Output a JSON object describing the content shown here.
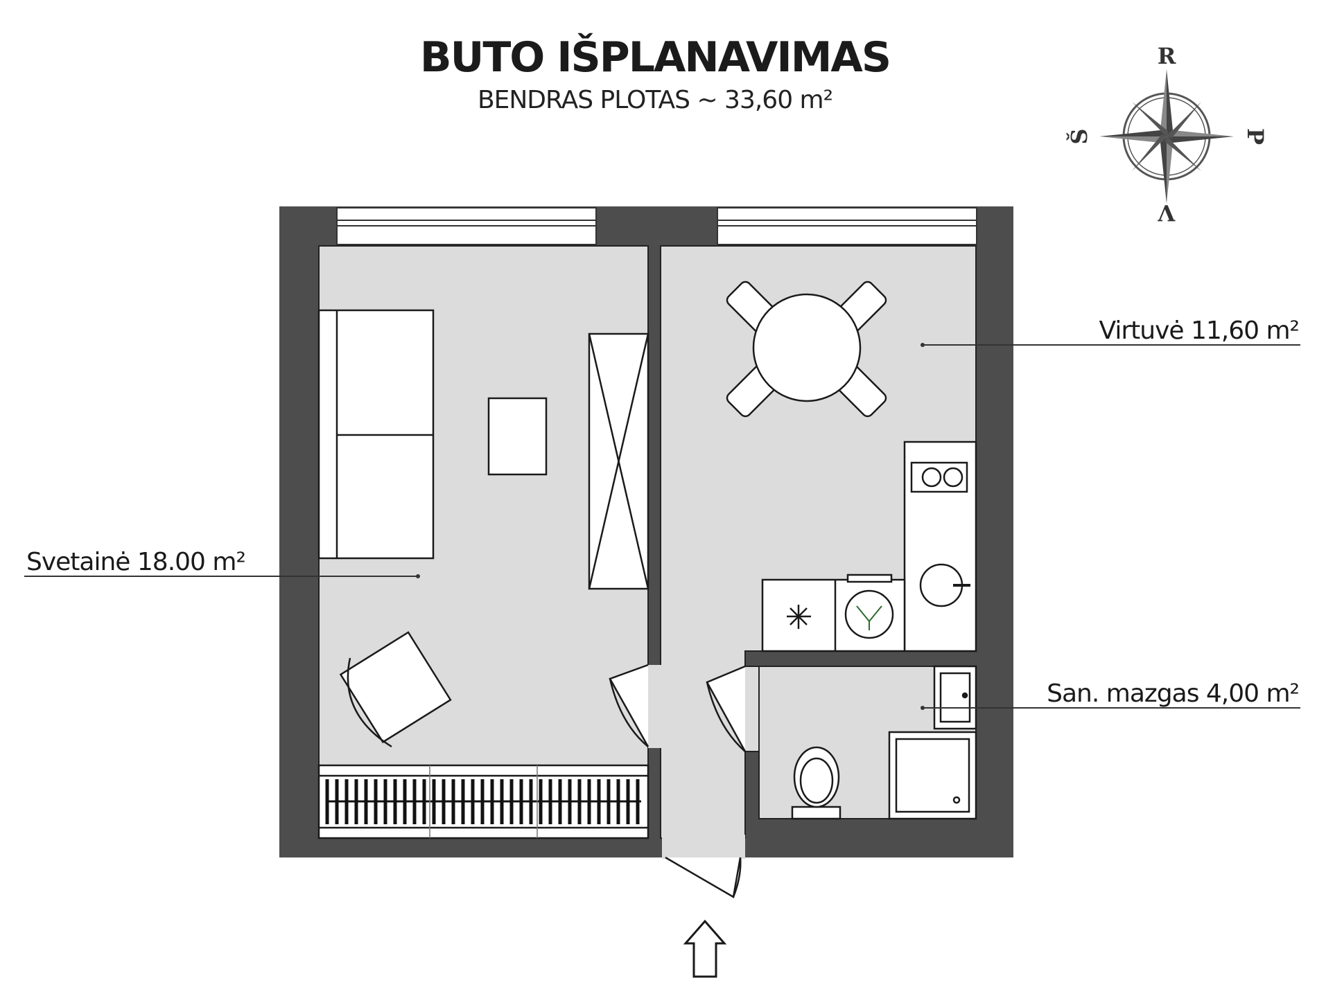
{
  "header": {
    "title": "BUTO IŠPLANAVIMAS",
    "subtitle": "BENDRAS PLOTAS ~ 33,60 m²"
  },
  "compass": {
    "north": "R",
    "east": "P",
    "south": "V",
    "west": "Š"
  },
  "rooms": {
    "living": "Svetainė 18.00 m²",
    "kitchen": "Virtuvė 11,60 m²",
    "bathroom": "San. mazgas 4,00 m²"
  },
  "colors": {
    "wall": "#4d4d4d",
    "floor": "#dcdcdc",
    "furniture": "#ffffff",
    "line": "#1a1a1a"
  }
}
